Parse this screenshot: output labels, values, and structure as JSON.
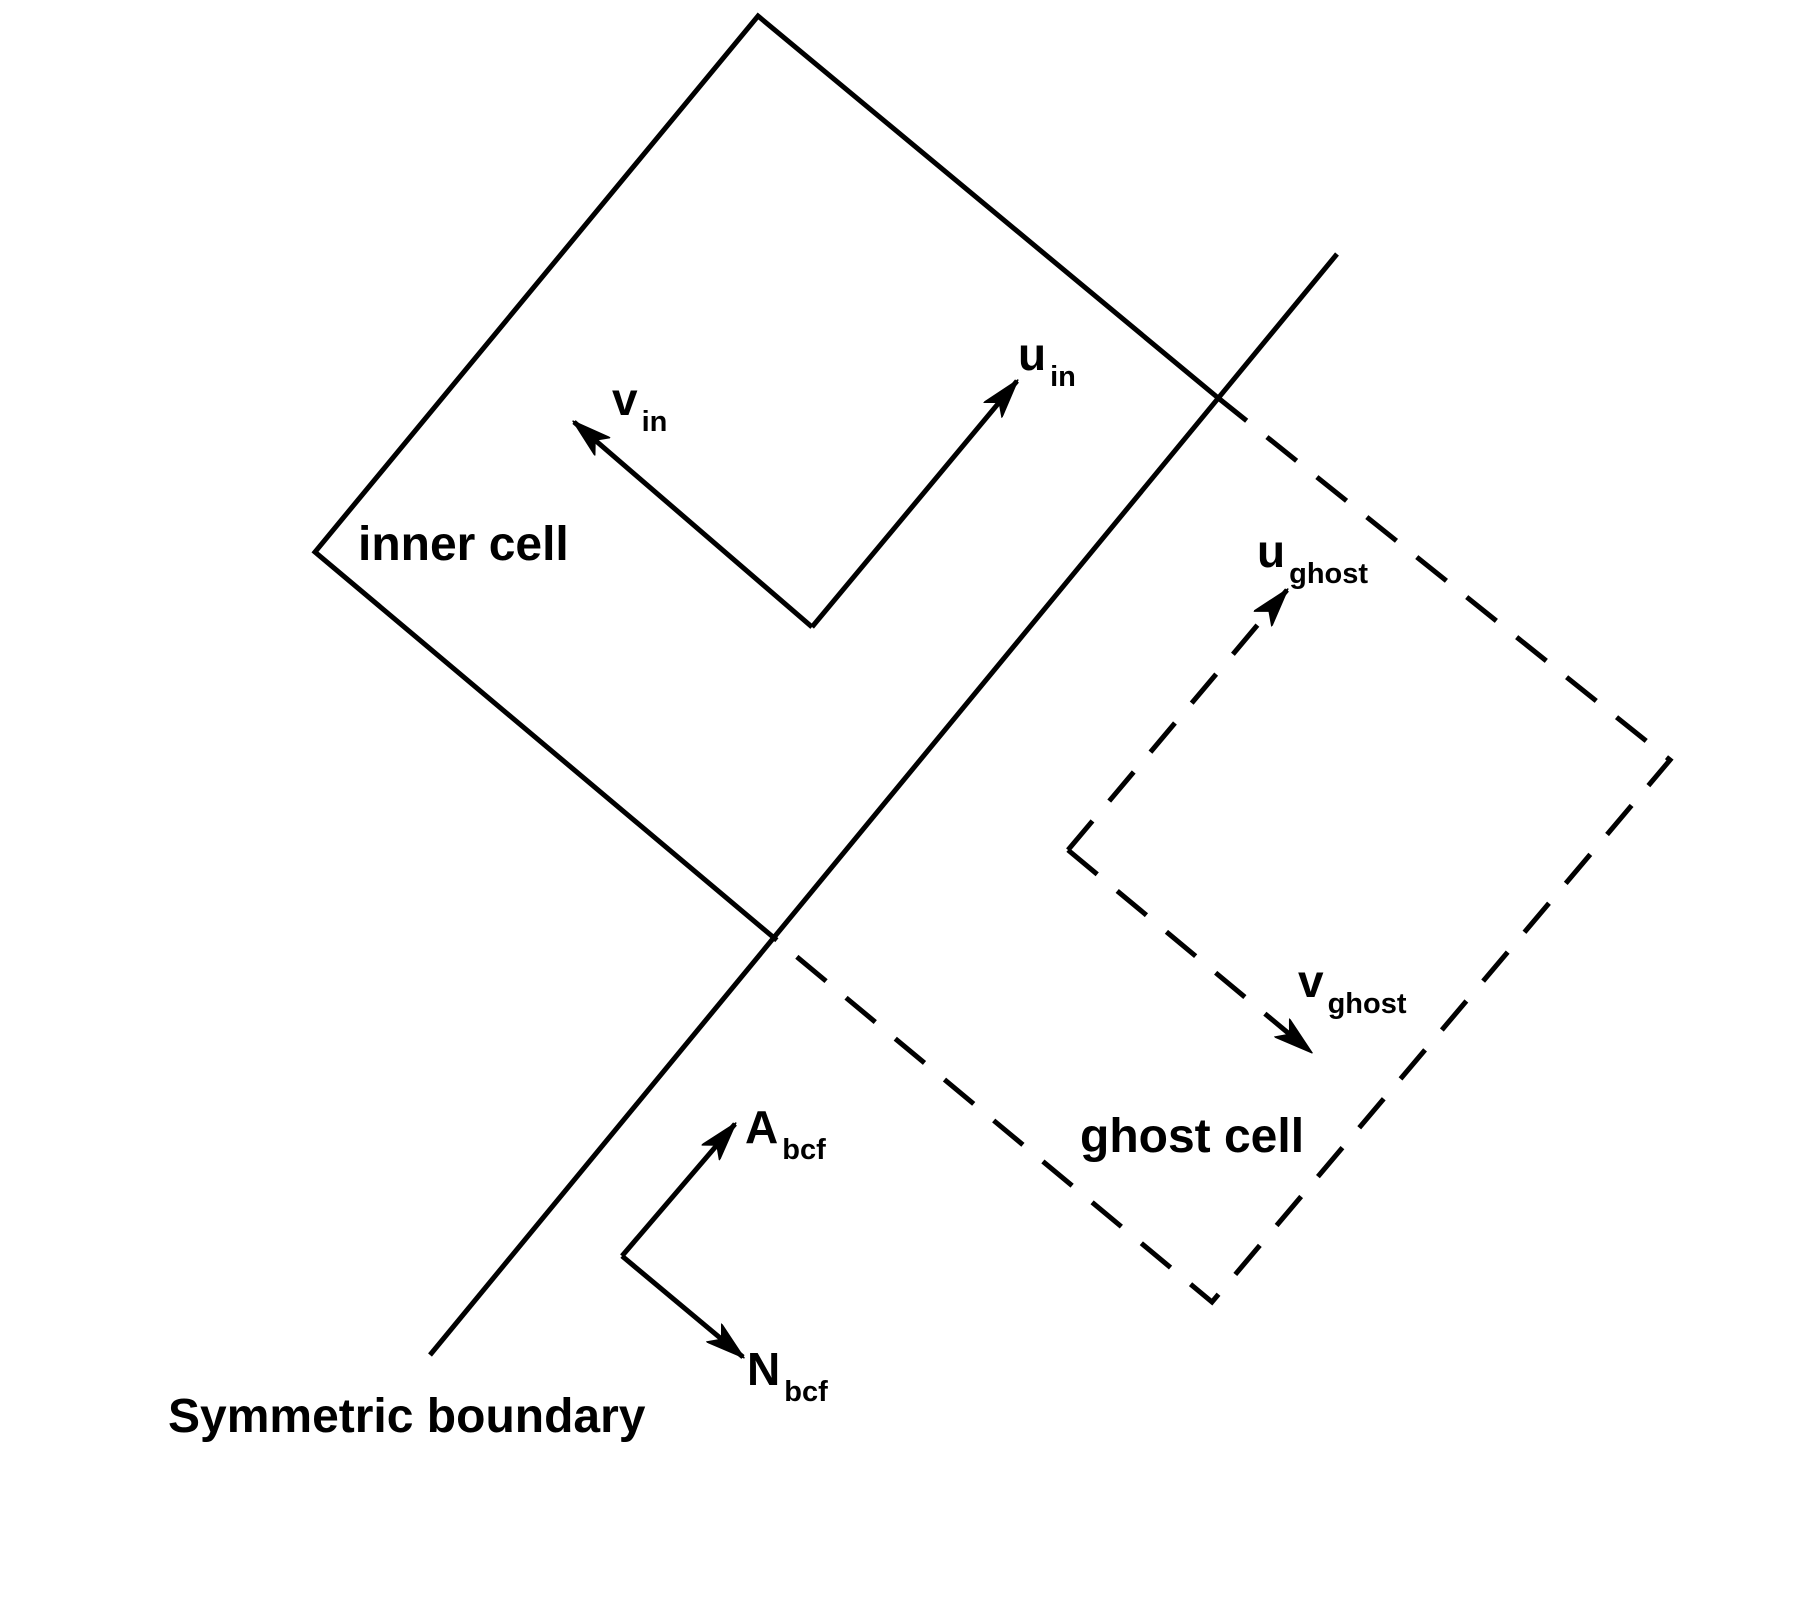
{
  "labels": {
    "inner_cell": "inner cell",
    "ghost_cell": "ghost cell",
    "boundary": "Symmetric boundary",
    "u_in": {
      "symbol": "u",
      "subscript": "in"
    },
    "v_in": {
      "symbol": "v",
      "subscript": "in"
    },
    "u_ghost": {
      "symbol": "u",
      "subscript": "ghost"
    },
    "v_ghost": {
      "symbol": "v",
      "subscript": "ghost"
    },
    "a_bcf": {
      "symbol": "A",
      "subscript": "bcf"
    },
    "n_bcf": {
      "symbol": "N",
      "subscript": "bcf"
    }
  },
  "colors": {
    "stroke": "#000000",
    "background": "#ffffff"
  }
}
